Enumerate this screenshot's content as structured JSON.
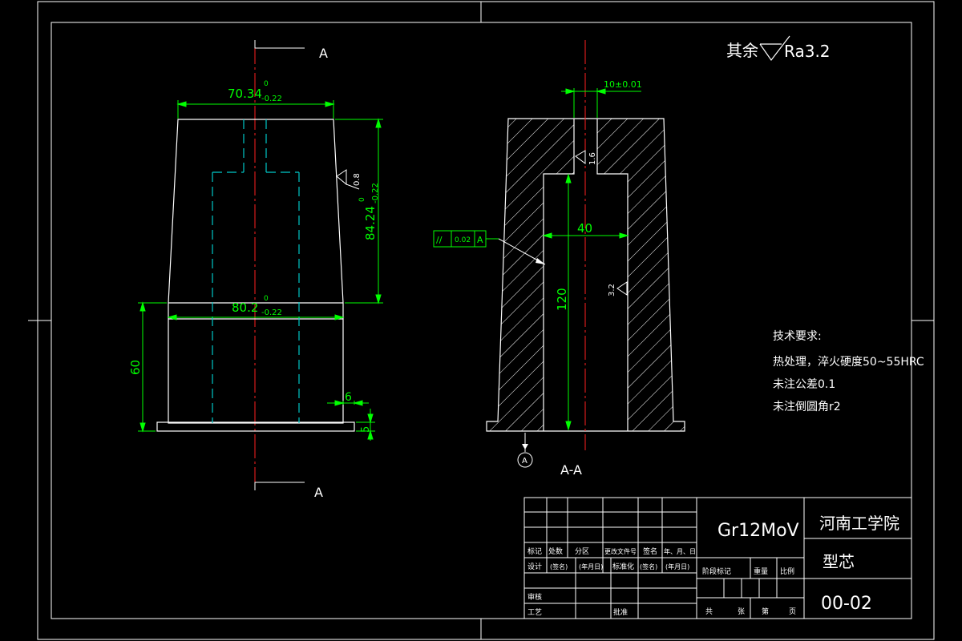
{
  "colors": {
    "background": "#000000",
    "outline": "#ffffff",
    "dimension": "#00ff00",
    "centerline": "#ff2020",
    "hidden": "#00c8c8",
    "title_block": "#ffffff"
  },
  "surface_note": {
    "prefix": "其余",
    "value": "Ra3.2"
  },
  "section_marks": {
    "top": "A",
    "bottom": "A",
    "section_title": "A-A",
    "datum_circle": "A"
  },
  "front_view_dims": {
    "top_width": "70.34",
    "top_width_tol_upper": "0",
    "top_width_tol_lower": "-0.22",
    "height": "84.24",
    "height_tol_upper": "0",
    "height_tol_lower": "-0.22",
    "mid_width": "80.2",
    "mid_width_tol_upper": "0",
    "mid_width_tol_lower": "-0.22",
    "lower_height": "60",
    "step": "6",
    "base": "5",
    "roughness_side": "0.8"
  },
  "section_view_dims": {
    "hole_width": "10±0.01",
    "roughness_top": "1.6",
    "cavity_width": "40",
    "cavity_depth": "120",
    "roughness_side": "3.2",
    "tolerance_frame": {
      "symbol": "//",
      "value": "0.02",
      "datum": "A"
    }
  },
  "tech_requirements": {
    "title": "技术要求:",
    "items": [
      "热处理，淬火硬度50~55HRC",
      "未注公差0.1",
      "未注倒圆角r2"
    ]
  },
  "title_block": {
    "material": "Gr12MoV",
    "school": "河南工学院",
    "part_name": "型芯",
    "drawing_no": "00-02",
    "rev_headers": [
      "标记",
      "处数",
      "分区",
      "更改文件号",
      "签名",
      "年、月、日"
    ],
    "row_design": [
      "设计",
      "(签名)",
      "(年月日)",
      "标准化",
      "(签名)",
      "(年月日)"
    ],
    "stage_headers": [
      "阶段标记",
      "重量",
      "比例"
    ],
    "row_review": "审核",
    "row_process": "工艺",
    "approve": "批准",
    "sheet_labels": [
      "共",
      "张",
      "第",
      "页"
    ]
  }
}
